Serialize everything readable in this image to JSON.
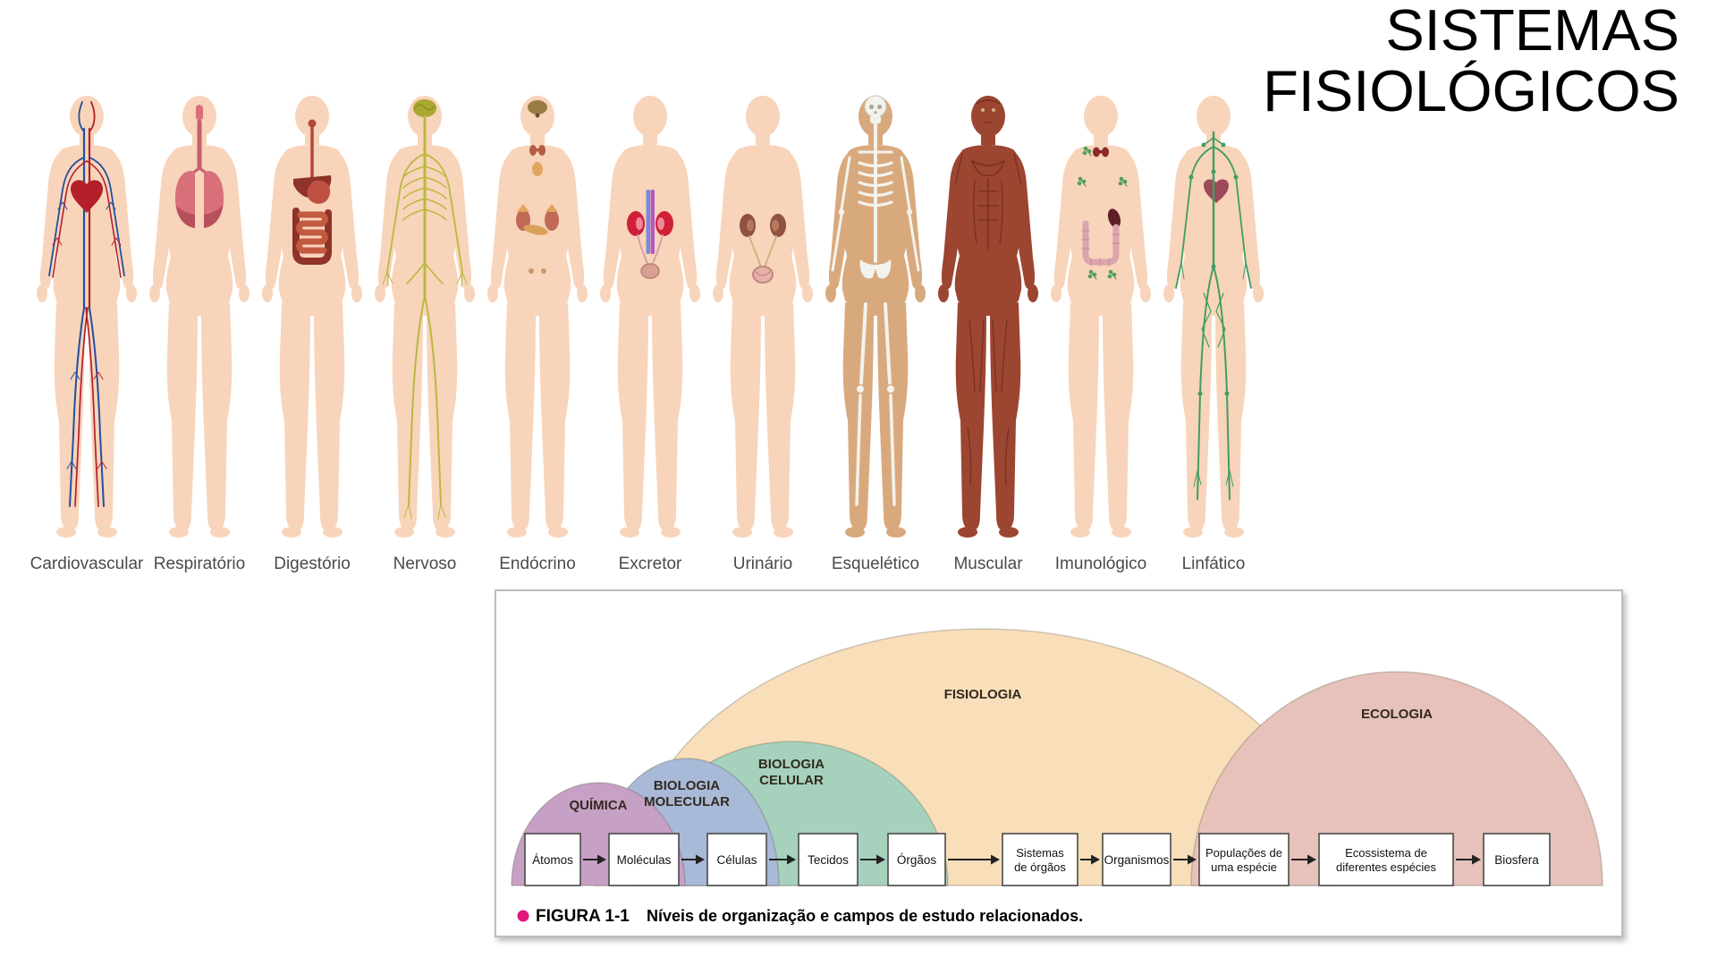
{
  "title": {
    "line1": "SISTEMAS",
    "line2": "FISIOLÓGICOS"
  },
  "systems": [
    {
      "key": "cardiovascular",
      "label": "Cardiovascular",
      "accent": "#b3202a"
    },
    {
      "key": "respiratory",
      "label": "Respiratório",
      "accent": "#d96f79"
    },
    {
      "key": "digestive",
      "label": "Digestório",
      "accent": "#8f3328"
    },
    {
      "key": "nervous",
      "label": "Nervoso",
      "accent": "#b9b93e"
    },
    {
      "key": "endocrine",
      "label": "Endócrino",
      "accent": "#b85c48"
    },
    {
      "key": "excretory",
      "label": "Excretor",
      "accent": "#cf2038"
    },
    {
      "key": "urinary",
      "label": "Urinário",
      "accent": "#8f5240"
    },
    {
      "key": "skeletal",
      "label": "Esquelético",
      "accent": "#f3f3ec"
    },
    {
      "key": "muscular",
      "label": "Muscular",
      "accent": "#9c4531"
    },
    {
      "key": "immune",
      "label": "Imunológico",
      "accent": "#4ea05e"
    },
    {
      "key": "lymphatic",
      "label": "Linfático",
      "accent": "#3f9e63"
    }
  ],
  "figure": {
    "caption_label": "FIGURA 1-1",
    "caption_text": "Níveis de organização e campos de estudo relacionados.",
    "bullet_color": "#e0187e",
    "fields": [
      {
        "lines": [
          "QUÍMICA"
        ],
        "color": "#c7a0c5"
      },
      {
        "lines": [
          "BIOLOGIA",
          "MOLECULAR"
        ],
        "color": "#a9b9d8"
      },
      {
        "lines": [
          "BIOLOGIA",
          "CELULAR"
        ],
        "color": "#a6d2bd"
      },
      {
        "lines": [
          "FISIOLOGIA"
        ],
        "color": "#f8dfba"
      },
      {
        "lines": [
          "ECOLOGIA"
        ],
        "color": "#e6c2ba"
      }
    ],
    "levels": [
      {
        "text": "Átomos"
      },
      {
        "text": "Moléculas"
      },
      {
        "text": "Células"
      },
      {
        "text": "Tecidos"
      },
      {
        "text": "Órgãos"
      },
      {
        "text": "Sistemas",
        "text2": "de órgãos"
      },
      {
        "text": "Organismos"
      },
      {
        "text": "Populações de",
        "text2": "uma espécie"
      },
      {
        "text": "Ecossistema de",
        "text2": "diferentes espécies"
      },
      {
        "text": "Biosfera"
      }
    ]
  }
}
